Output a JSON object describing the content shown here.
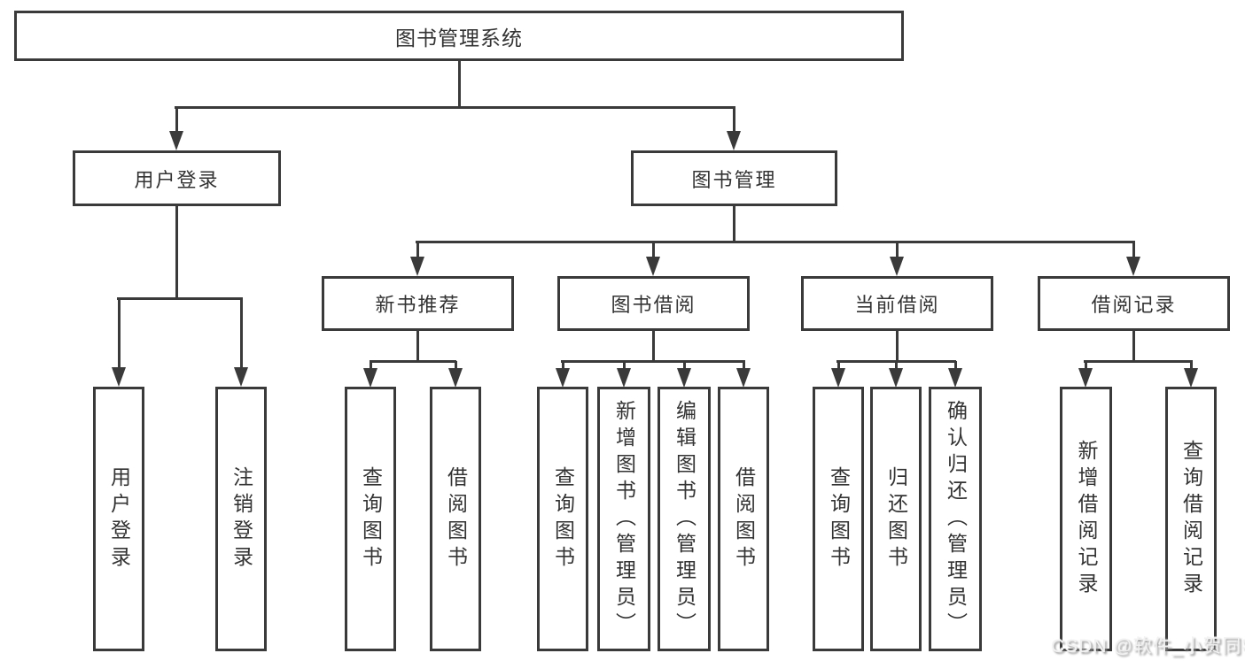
{
  "diagram": {
    "colors": {
      "line": "#3a3a3a",
      "text": "#333333",
      "background": "#ffffff",
      "watermark_shadow": "#8f8f8f"
    },
    "tree": {
      "label": "图书管理系统",
      "children": [
        {
          "label": "用户登录",
          "children": [
            {
              "label": "用户登录"
            },
            {
              "label": "注销登录"
            }
          ]
        },
        {
          "label": "图书管理",
          "children": [
            {
              "label": "新书推荐",
              "children": [
                {
                  "label": "查询图书"
                },
                {
                  "label": "借阅图书"
                }
              ]
            },
            {
              "label": "图书借阅",
              "children": [
                {
                  "label": "查询图书"
                },
                {
                  "label": "新增图书（管理员）"
                },
                {
                  "label": "编辑图书（管理员）"
                },
                {
                  "label": "借阅图书"
                }
              ]
            },
            {
              "label": "当前借阅",
              "children": [
                {
                  "label": "查询图书"
                },
                {
                  "label": "归还图书"
                },
                {
                  "label": "确认归还（管理员）"
                }
              ]
            },
            {
              "label": "借阅记录",
              "children": [
                {
                  "label": "新增借阅记录"
                },
                {
                  "label": "查询借阅记录"
                }
              ]
            }
          ]
        }
      ]
    },
    "watermark": {
      "text": "CSDN @软件_小贺同学"
    }
  }
}
